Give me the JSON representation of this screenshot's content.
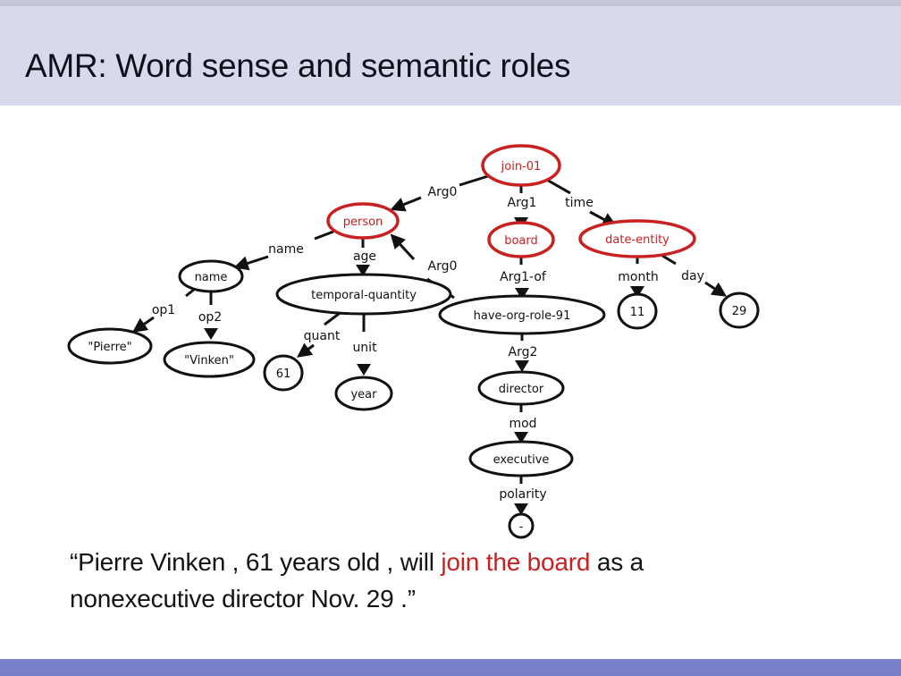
{
  "slide": {
    "title": "AMR: Word sense and semantic roles",
    "caption": {
      "line1_pre": "“Pierre Vinken , 61 years old , will ",
      "line1_highlight": "join the board",
      "line1_post": " as a",
      "line2": "nonexecutive director Nov. 29 .”"
    }
  },
  "colors": {
    "header_bg": "#d9d9ec",
    "top_strip": "#c5c5da",
    "footer_bar": "#7b80ca",
    "accent_red": "#c92121",
    "node_black": "#111111",
    "body_bg": "#ffffff"
  },
  "graph": {
    "nodes": {
      "join": {
        "label": "join-01"
      },
      "person": {
        "label": "person"
      },
      "board": {
        "label": "board"
      },
      "date_entity": {
        "label": "date-entity"
      },
      "name": {
        "label": "name"
      },
      "temporal_quantity": {
        "label": "temporal-quantity"
      },
      "have_org_role": {
        "label": "have-org-role-91"
      },
      "month11": {
        "label": "11"
      },
      "day29": {
        "label": "29"
      },
      "pierre": {
        "label": "\"Pierre\""
      },
      "vinken": {
        "label": "\"Vinken\""
      },
      "n61": {
        "label": "61"
      },
      "year": {
        "label": "year"
      },
      "director": {
        "label": "director"
      },
      "executive": {
        "label": "executive"
      },
      "polarity_val": {
        "label": "-"
      }
    },
    "edges": {
      "arg0_person": {
        "label": "Arg0"
      },
      "arg1_board": {
        "label": "Arg1"
      },
      "time": {
        "label": "time"
      },
      "name": {
        "label": "name"
      },
      "age": {
        "label": "age"
      },
      "arg0_role": {
        "label": "Arg0"
      },
      "arg1_of": {
        "label": "Arg1-of"
      },
      "month": {
        "label": "month"
      },
      "day": {
        "label": "day"
      },
      "op1": {
        "label": "op1"
      },
      "op2": {
        "label": "op2"
      },
      "quant": {
        "label": "quant"
      },
      "unit": {
        "label": "unit"
      },
      "arg2": {
        "label": "Arg2"
      },
      "mod": {
        "label": "mod"
      },
      "polarity": {
        "label": "polarity"
      }
    }
  }
}
